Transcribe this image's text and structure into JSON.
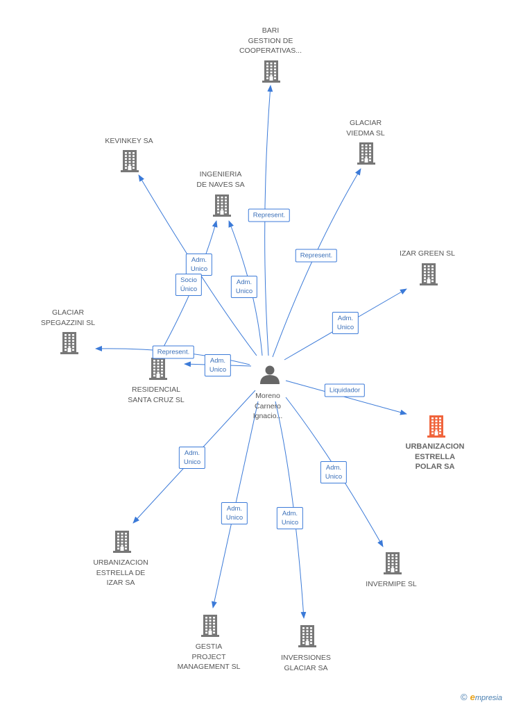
{
  "colors": {
    "edge": "#3b7ad8",
    "building": "#777777",
    "building_highlight": "#f0643c",
    "person": "#666666"
  },
  "nodes": [
    {
      "id": "center",
      "type": "person",
      "label_lines": [
        "Moreno",
        "Carnero",
        "Ignacio..."
      ]
    },
    {
      "id": "bari",
      "type": "company",
      "label_lines": [
        "BARI",
        "GESTION DE",
        "COOPERATIVAS..."
      ]
    },
    {
      "id": "viedma",
      "type": "company",
      "label_lines": [
        "GLACIAR",
        "VIEDMA  SL"
      ]
    },
    {
      "id": "kevinkey",
      "type": "company",
      "label_lines": [
        "KEVINKEY SA"
      ]
    },
    {
      "id": "ingenieria",
      "type": "company",
      "label_lines": [
        "INGENIERIA",
        "DE NAVES SA"
      ]
    },
    {
      "id": "izargreen",
      "type": "company",
      "label_lines": [
        "IZAR GREEN SL"
      ]
    },
    {
      "id": "spegazzini",
      "type": "company",
      "label_lines": [
        "GLACIAR",
        "SPEGAZZINI  SL"
      ]
    },
    {
      "id": "residencial",
      "type": "company",
      "label_lines": [
        "RESIDENCIAL",
        "SANTA CRUZ SL"
      ]
    },
    {
      "id": "polar",
      "type": "company",
      "highlight": true,
      "label_lines": [
        "URBANIZACION",
        "ESTRELLA",
        "POLAR SA"
      ]
    },
    {
      "id": "izar",
      "type": "company",
      "label_lines": [
        "URBANIZACION",
        "ESTRELLA DE",
        "IZAR SA"
      ]
    },
    {
      "id": "invermipe",
      "type": "company",
      "label_lines": [
        "INVERMIPE SL"
      ]
    },
    {
      "id": "gestia",
      "type": "company",
      "label_lines": [
        "GESTIA",
        "PROJECT",
        "MANAGEMENT SL"
      ]
    },
    {
      "id": "inversiones",
      "type": "company",
      "label_lines": [
        "INVERSIONES",
        "GLACIAR SA"
      ]
    }
  ],
  "edges": [
    {
      "to": "bari",
      "label_lines": [
        "Represent."
      ]
    },
    {
      "to": "viedma",
      "label_lines": [
        "Represent."
      ]
    },
    {
      "to": "kevinkey",
      "label_lines": [
        "Adm.",
        "Unico"
      ]
    },
    {
      "to": "ingenieria",
      "label_lines": [
        "Adm.",
        "Unico"
      ]
    },
    {
      "to": "residencial_to_ingenieria",
      "label_lines": [
        "Socio",
        "Único"
      ]
    },
    {
      "to": "izargreen",
      "label_lines": [
        "Adm.",
        "Unico"
      ]
    },
    {
      "to": "spegazzini",
      "label_lines": [
        "Represent."
      ]
    },
    {
      "to": "residencial",
      "label_lines": [
        "Adm.",
        "Unico"
      ]
    },
    {
      "to": "polar",
      "label_lines": [
        "Liquidador"
      ]
    },
    {
      "to": "izar",
      "label_lines": [
        "Adm.",
        "Unico"
      ]
    },
    {
      "to": "gestia",
      "label_lines": [
        "Adm.",
        "Unico"
      ]
    },
    {
      "to": "inversiones",
      "label_lines": [
        "Adm.",
        "Unico"
      ]
    },
    {
      "to": "invermipe",
      "label_lines": [
        "Adm.",
        "Unico"
      ]
    }
  ],
  "footer": {
    "copyright": "©",
    "brand_initial": "e",
    "brand_rest": "mpresia"
  }
}
